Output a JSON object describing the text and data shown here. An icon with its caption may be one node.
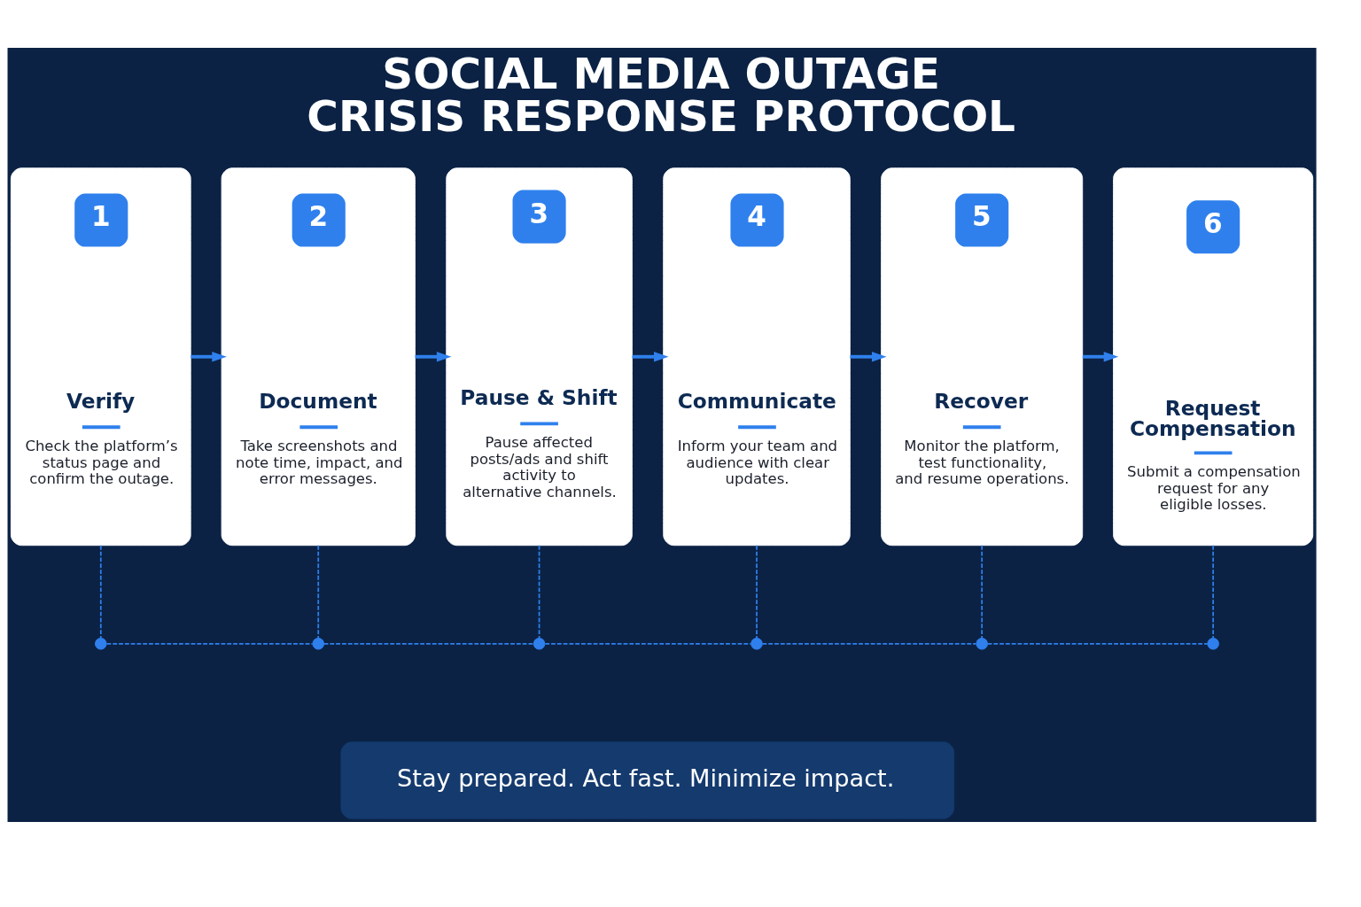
{
  "diagram": {
    "title": "SOCIAL MEDIA OUTAGE CRISIS RESPONSE PROTOCOL",
    "nodes": [
      {
        "text": [
          "1",
          "Verify",
          "Check the platform’s status page and confirm the outage."
        ]
      },
      {
        "text": [
          "2",
          "Document",
          "Take screenshots and note time, impact, and error messages."
        ]
      },
      {
        "text": [
          "3",
          "Pause & Shift",
          "Pause affected posts/ads and shift activity to alternative channels."
        ]
      },
      {
        "text": [
          "4",
          "Communicate",
          "Inform your team and audience with clear updates."
        ]
      },
      {
        "text": [
          "5",
          "Recover",
          "Monitor the platform, test functionality, and resume operations."
        ]
      },
      {
        "text": [
          "6",
          "Request Compensation",
          "Submit a compensation request for any eligible losses."
        ]
      },
      {
        "text": [],
        "shape": "circle"
      },
      {
        "text": [],
        "shape": "circle"
      },
      {
        "text": [],
        "shape": "circle"
      },
      {
        "text": [],
        "shape": "circle"
      },
      {
        "text": [],
        "shape": "circle"
      },
      {
        "text": [],
        "shape": "circle"
      },
      {
        "text": [
          "Stay prepared. Act fast. Minimize impact."
        ]
      }
    ],
    "edges": [
      {
        "from": 0,
        "to": 1,
        "arrow": "to"
      },
      {
        "from": 1,
        "to": 2,
        "arrow": "to"
      },
      {
        "from": 2,
        "to": 3,
        "arrow": "to"
      },
      {
        "from": 3,
        "to": 4,
        "arrow": "to"
      },
      {
        "from": 4,
        "to": 5,
        "arrow": "to"
      },
      {
        "from": 0,
        "to": 6,
        "arrow": "none",
        "style": "dashed"
      },
      {
        "from": 1,
        "to": 7,
        "arrow": "none",
        "style": "dashed"
      },
      {
        "from": 2,
        "to": 8,
        "arrow": "none",
        "style": "dashed"
      },
      {
        "from": 3,
        "to": 9,
        "arrow": "none",
        "style": "dashed"
      },
      {
        "from": 4,
        "to": 10,
        "arrow": "none",
        "style": "dashed"
      },
      {
        "from": 5,
        "to": 11,
        "arrow": "none",
        "style": "dashed"
      },
      {
        "from": 6,
        "to": 7,
        "arrow": "none",
        "style": "dashed"
      },
      {
        "from": 7,
        "to": 8,
        "arrow": "none",
        "style": "dashed"
      },
      {
        "from": 8,
        "to": 9,
        "arrow": "none",
        "style": "dashed"
      },
      {
        "from": 9,
        "to": 10,
        "arrow": "none",
        "style": "dashed"
      },
      {
        "from": 10,
        "to": 11,
        "arrow": "none",
        "style": "dashed"
      }
    ]
  }
}
